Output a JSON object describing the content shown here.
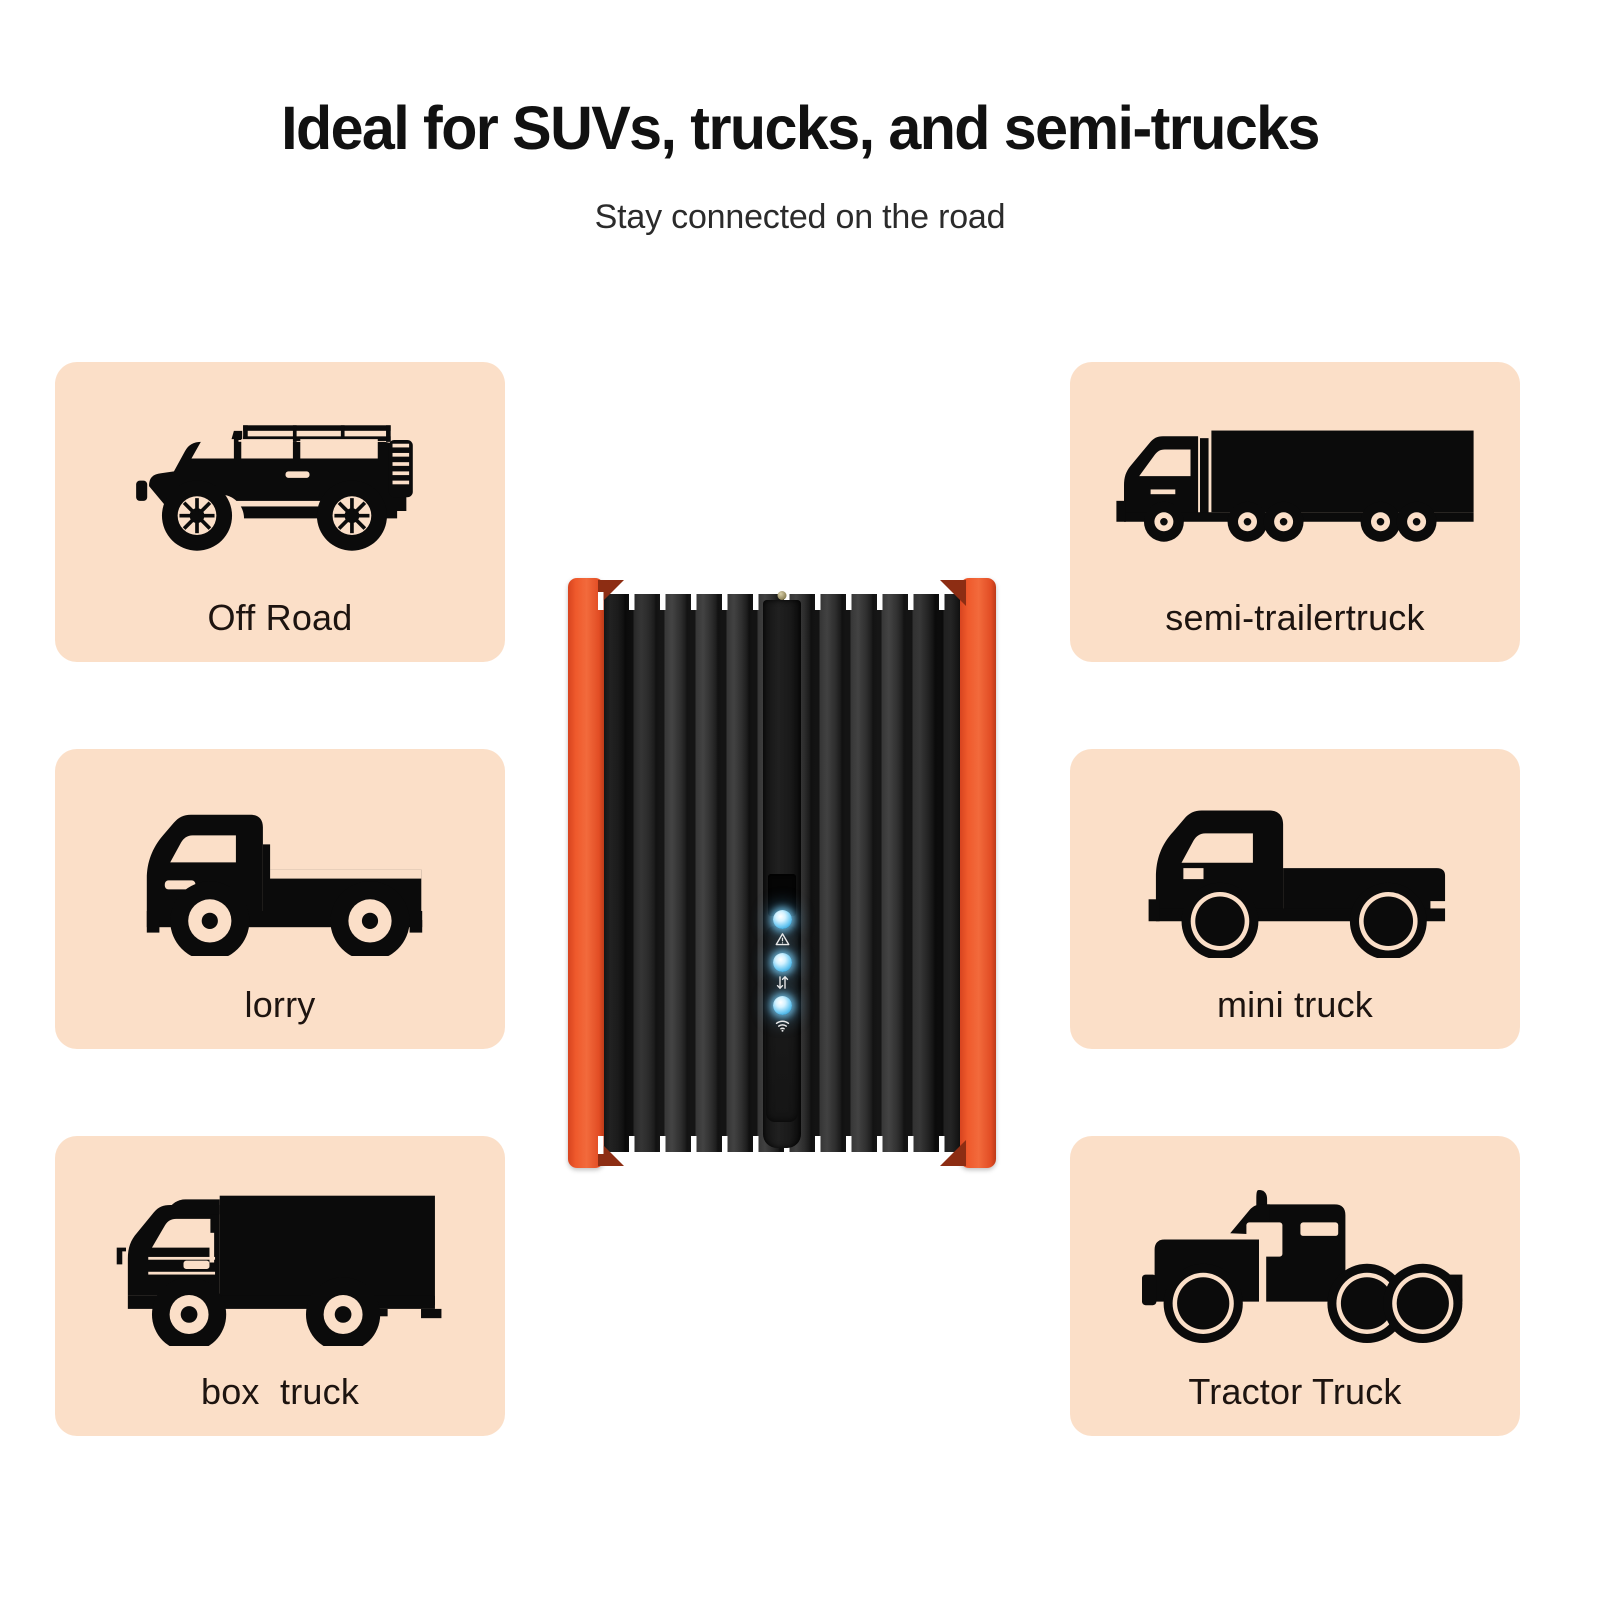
{
  "header": {
    "title": "Ideal for SUVs, trucks, and semi-trucks",
    "subtitle": "Stay connected on the road"
  },
  "colors": {
    "card_background": "#FBDFC8",
    "page_background": "#FFFFFF",
    "title_text": "#111111",
    "label_text": "#1D1410",
    "device_rail_orange": "#EE5A2C",
    "device_body_black": "#0A0A0A",
    "led_blue": "#7FD2F5"
  },
  "left_column": [
    {
      "label": "Off Road",
      "icon": "off-road-suv-icon"
    },
    {
      "label": "lorry",
      "icon": "lorry-truck-icon"
    },
    {
      "label": "box  truck",
      "icon": "box-truck-icon"
    }
  ],
  "right_column": [
    {
      "label": "semi-trailertruck",
      "icon": "semi-trailer-truck-icon"
    },
    {
      "label": "mini truck",
      "icon": "mini-truck-icon"
    },
    {
      "label": "Tractor Truck",
      "icon": "tractor-truck-icon"
    }
  ],
  "device": {
    "name": "rugged-vehicle-router",
    "leds": [
      {
        "name": "alert-led",
        "icon": "warning-triangle-icon",
        "state": "on",
        "color": "#7FD2F5"
      },
      {
        "name": "data-transfer-led",
        "icon": "data-transfer-icon",
        "state": "on",
        "color": "#7FD2F5"
      },
      {
        "name": "wifi-led",
        "icon": "wifi-icon",
        "state": "on",
        "color": "#7FD2F5"
      }
    ]
  }
}
